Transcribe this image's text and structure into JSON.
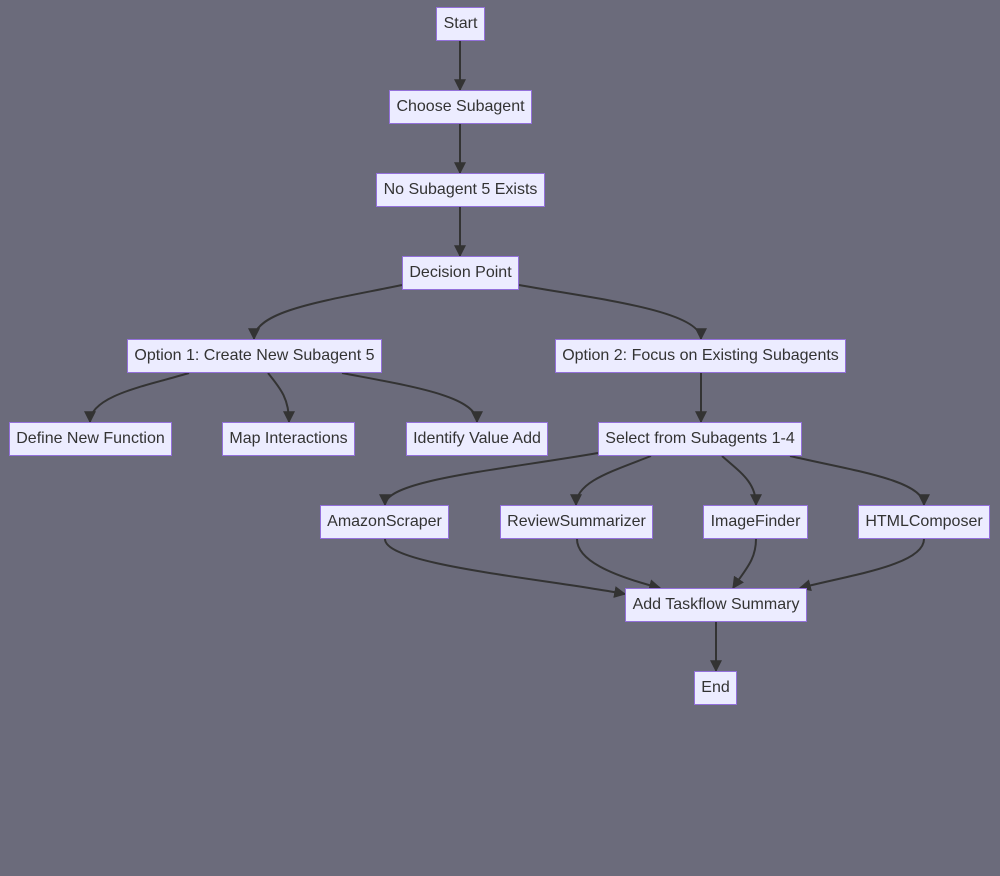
{
  "diagram": {
    "nodes": {
      "start": "Start",
      "choose": "Choose Subagent",
      "nosub": "No Subagent 5 Exists",
      "decision": "Decision Point",
      "opt1": "Option 1: Create New Subagent 5",
      "opt2": "Option 2: Focus on Existing Subagents",
      "define": "Define New Function",
      "map": "Map Interactions",
      "identify": "Identify Value Add",
      "select": "Select from Subagents 1-4",
      "amazon": "AmazonScraper",
      "review": "ReviewSummarizer",
      "image": "ImageFinder",
      "html": "HTMLComposer",
      "summary": "Add Taskflow Summary",
      "end": "End"
    },
    "edges": [
      [
        "start",
        "choose"
      ],
      [
        "choose",
        "nosub"
      ],
      [
        "nosub",
        "decision"
      ],
      [
        "decision",
        "opt1"
      ],
      [
        "decision",
        "opt2"
      ],
      [
        "opt1",
        "define"
      ],
      [
        "opt1",
        "map"
      ],
      [
        "opt1",
        "identify"
      ],
      [
        "opt2",
        "select"
      ],
      [
        "select",
        "amazon"
      ],
      [
        "select",
        "review"
      ],
      [
        "select",
        "image"
      ],
      [
        "select",
        "html"
      ],
      [
        "amazon",
        "summary"
      ],
      [
        "review",
        "summary"
      ],
      [
        "image",
        "summary"
      ],
      [
        "html",
        "summary"
      ],
      [
        "summary",
        "end"
      ]
    ],
    "colors": {
      "background": "#6b6b7b",
      "node_fill": "#ececff",
      "node_border": "#9370db",
      "edge": "#333333",
      "text": "#333333"
    }
  }
}
